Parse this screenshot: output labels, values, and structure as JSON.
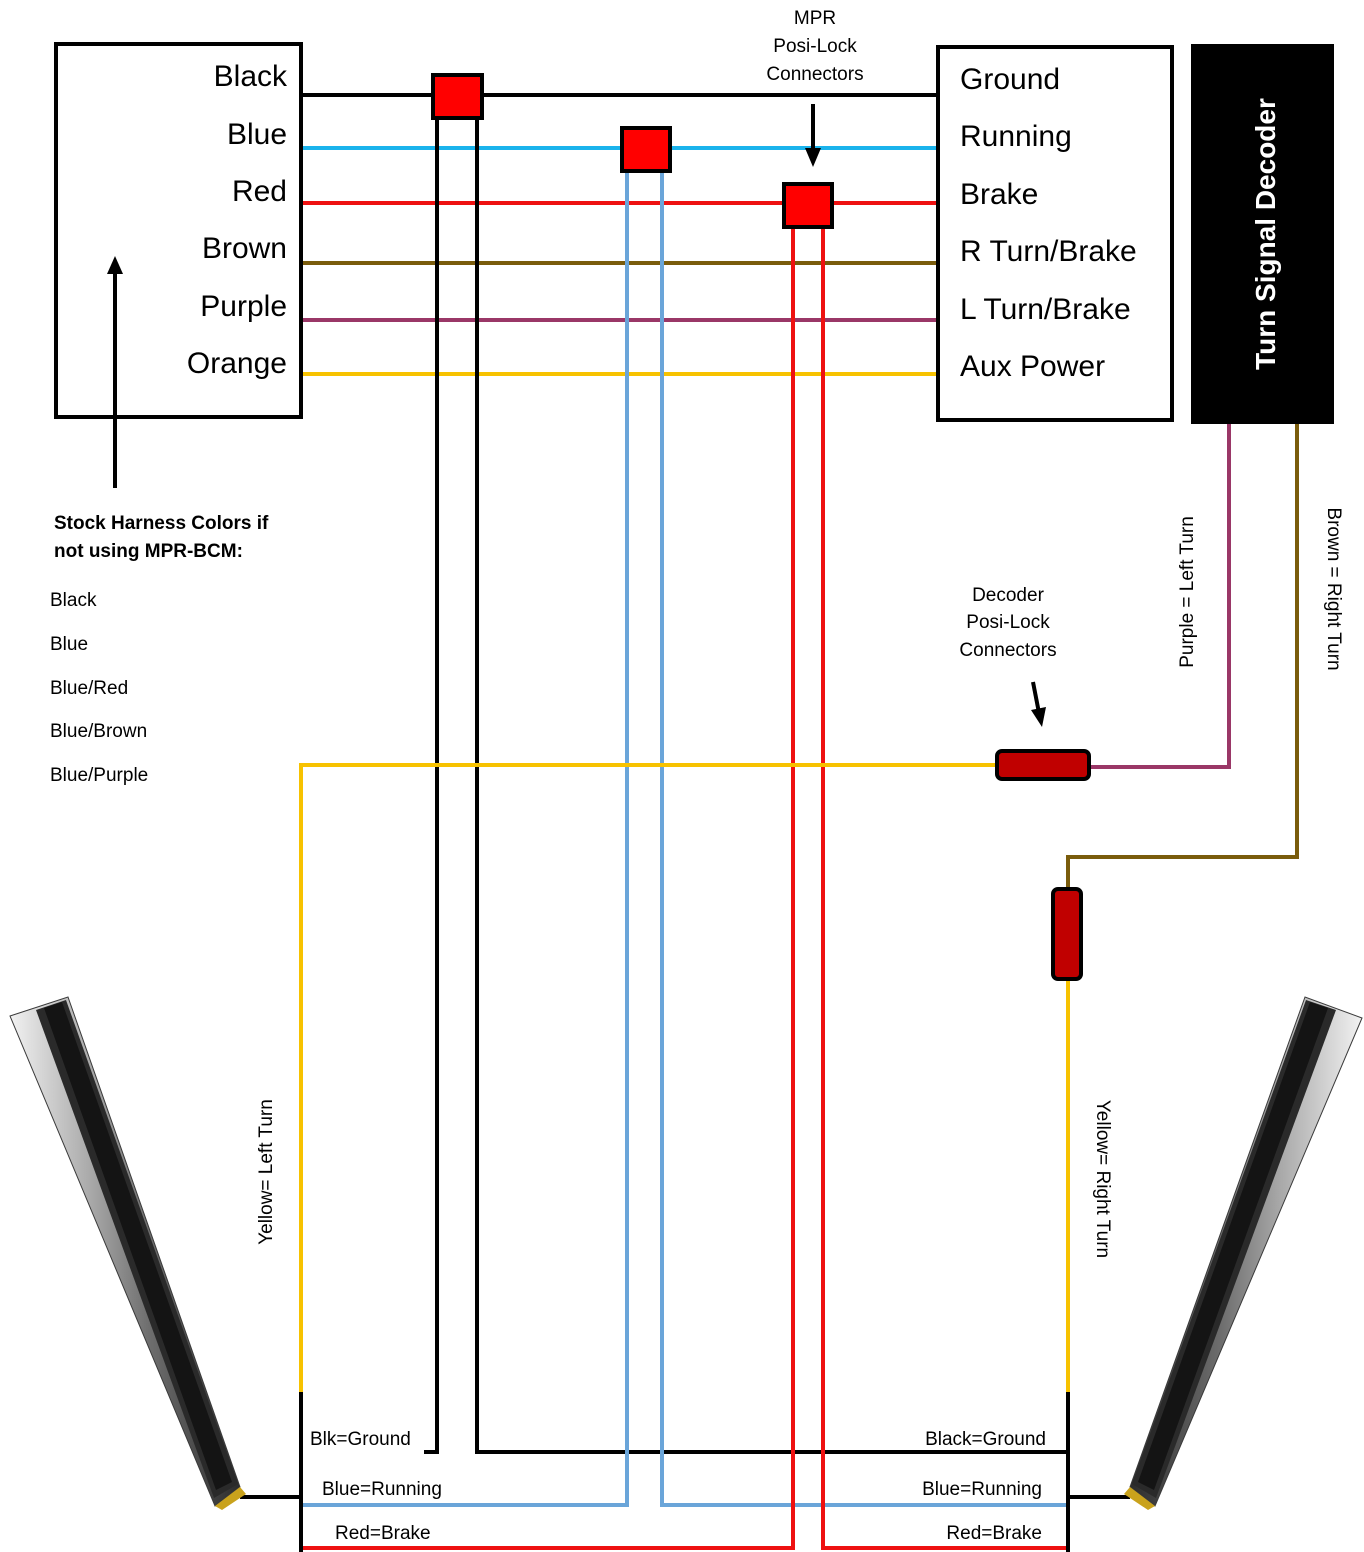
{
  "left_box": {
    "labels": [
      "Black",
      "Blue",
      "Red",
      "Brown",
      "Purple",
      "Orange"
    ]
  },
  "right_box": {
    "labels": [
      "Ground",
      "Running",
      "Brake",
      "R Turn/Brake",
      "L Turn/Brake",
      "Aux Power"
    ]
  },
  "decoder": {
    "title": "Turn Signal Decoder"
  },
  "mpr_note": {
    "lines": [
      "MPR",
      "Posi-Lock",
      "Connectors"
    ]
  },
  "decoder_note": {
    "lines": [
      "Decoder",
      "Posi-Lock",
      "Connectors"
    ]
  },
  "stock_harness": {
    "heading": [
      "Stock Harness Colors if",
      "not using MPR-BCM:"
    ],
    "colors": [
      "Black",
      "Blue",
      "Blue/Red",
      "Blue/Brown",
      "Blue/Purple"
    ]
  },
  "wire_labels": {
    "purple_left": "Purple = Left Turn",
    "brown_right": "Brown = Right Turn",
    "yellow_left": "Yellow= Left Turn",
    "yellow_right": "Yellow= Right Turn"
  },
  "left_light": {
    "labels": [
      "Blk=Ground",
      "Blue=Running",
      "Red=Brake"
    ]
  },
  "right_light": {
    "labels": [
      "Black=Ground",
      "Blue=Running",
      "Red=Brake"
    ]
  },
  "colors": {
    "black": "#000000",
    "blue": "#1ab3ec",
    "light_blue": "#6aa5d9",
    "red": "#ee1111",
    "brown": "#7a5c0c",
    "purple": "#9a3767",
    "orange": "#f7c200",
    "connector_red": "#ff0000",
    "decoder_connector": "#c00000"
  }
}
